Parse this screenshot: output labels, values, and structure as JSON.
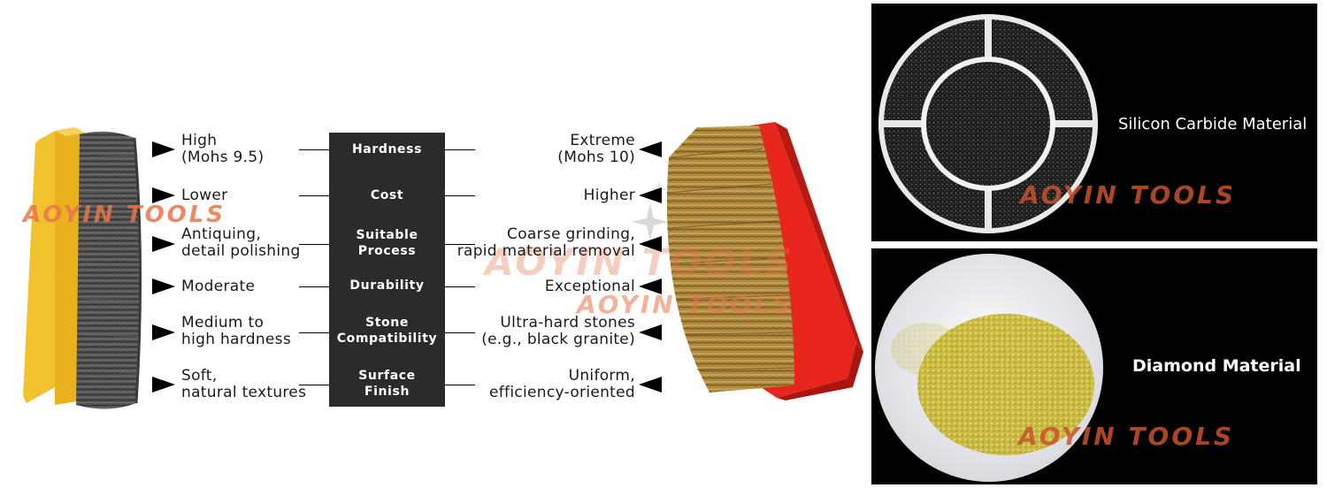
{
  "watermark": "AOYIN TOOLS",
  "columns": {
    "left_material_brush": "silicon-carbide-brush",
    "right_material_brush": "diamond-brush"
  },
  "rows": [
    {
      "label": "Hardness",
      "left": "High\n(Mohs 9.5)",
      "right": "Extreme\n(Mohs 10)"
    },
    {
      "label": "Cost",
      "left": "Lower",
      "right": "Higher"
    },
    {
      "label": "Suitable\nProcess",
      "left": "Antiquing,\ndetail polishing",
      "right": "Coarse grinding,\nrapid material removal"
    },
    {
      "label": "Durability",
      "left": "Moderate",
      "right": "Exceptional"
    },
    {
      "label": "Stone\nCompatibility",
      "left": "Medium to\nhigh hardness",
      "right": "Ultra-hard stones\n(e.g., black granite)"
    },
    {
      "label": "Surface\nFinish",
      "left": "Soft,\nnatural textures",
      "right": "Uniform,\nefficiency-oriented"
    }
  ],
  "panels": {
    "top": {
      "caption": "Silicon Carbide Material"
    },
    "bottom": {
      "caption": "Diamond Material"
    }
  },
  "colors": {
    "label_bg": "#2b2b2b",
    "brush_yellow": "#f2c12e",
    "brush_red": "#e8261d",
    "bristle_grey": "#4a4a4a",
    "bristle_gold": "#b08a3e",
    "watermark": "#e8754d"
  }
}
